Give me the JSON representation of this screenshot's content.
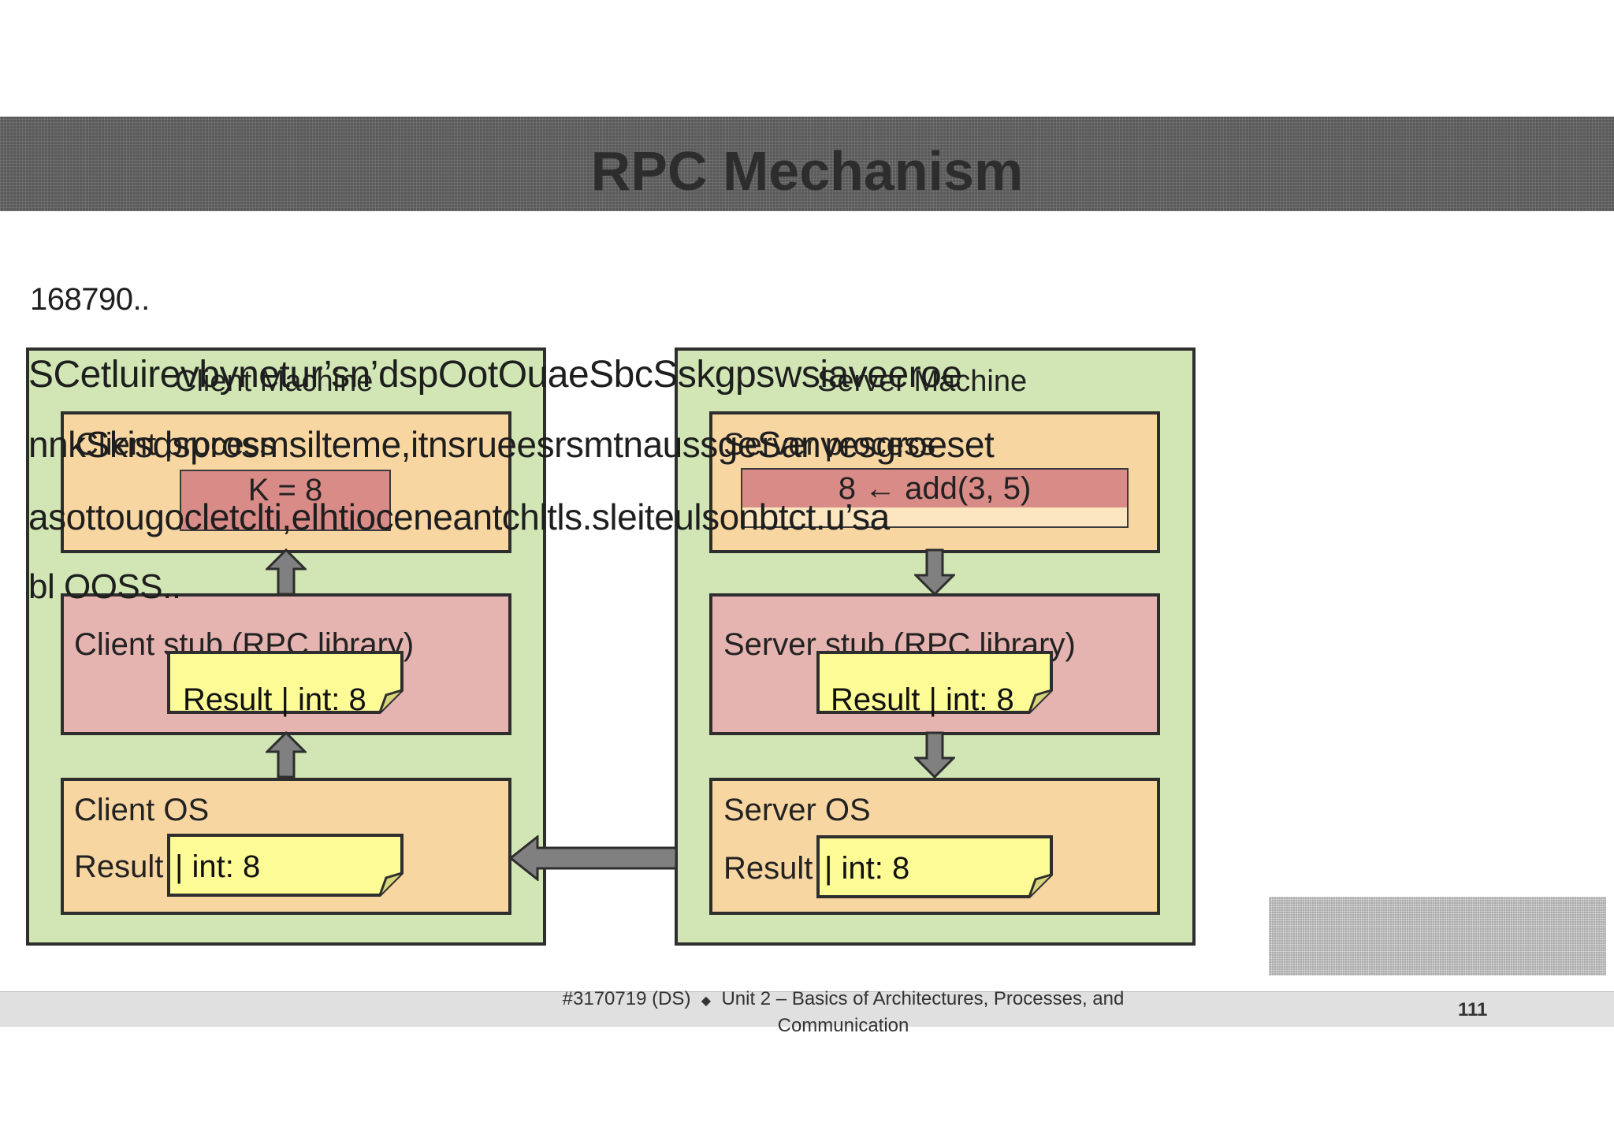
{
  "slide": {
    "title": "RPC Mechanism",
    "garbled_lines": [
      "168790..",
      "SCetluirevbynetur’sn’dspOotOuaeSbcSskgpswsiaveeroe",
      "nnkSkisdsprosmsilteme,itnsrueesrsmtnaussgeSanvesgroeset",
      "asottougocletclti,elhtioceneantchltls.sleiteulsonbtct.u’sa",
      "bl OOSS.."
    ]
  },
  "client": {
    "title": "Client Machine",
    "process_label": "Client process",
    "variable": "K = 8",
    "stub_label": "Client stub (RPC library)",
    "stub_note": "Result | int: 8",
    "os_label": "Client OS",
    "os_prefix": "Result",
    "os_note": "| int: 8"
  },
  "server": {
    "title": "Server Machine",
    "process_label": "Server process",
    "call": "8 ← add(3, 5)",
    "stub_label": "Server stub (RPC library)",
    "stub_note": "Result | int: 8",
    "os_label": "Server OS",
    "os_prefix": "Result",
    "os_note": "| int: 8"
  },
  "footer": {
    "course": "#3170719 (DS)",
    "separator": "◆",
    "unit": "Unit 2 – Basics of Architectures, Processes, and Communication",
    "page_number": "111"
  },
  "colors": {
    "machine_green": "#d1e6b4",
    "process_orange": "#f7d6a2",
    "stub_pink": "#e5b4b0",
    "variable_red": "#d88b87",
    "note_yellow": "#fdfb96",
    "arrow_gray": "#808080"
  }
}
